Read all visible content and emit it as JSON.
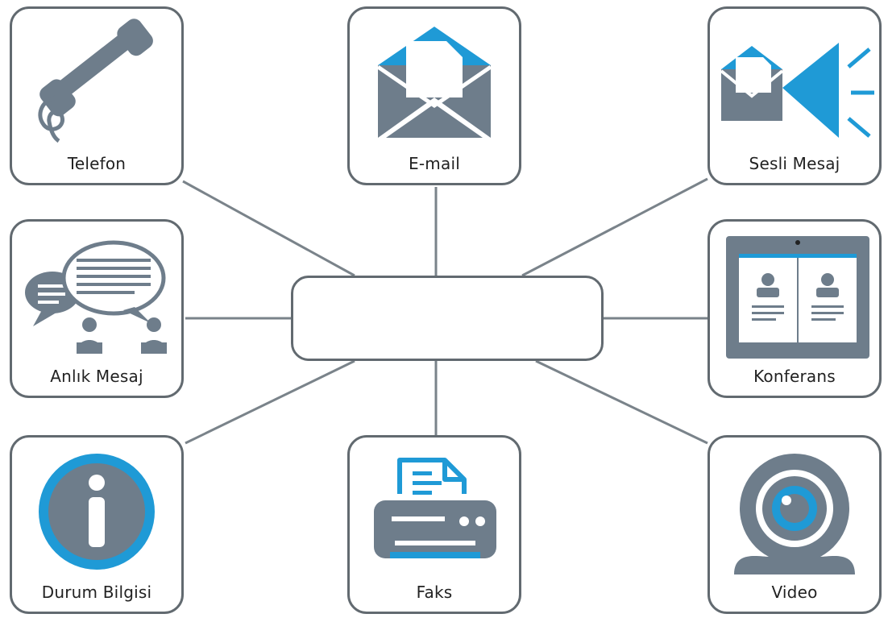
{
  "hub": {
    "label": ""
  },
  "tiles": [
    {
      "label": "Telefon",
      "icon": "phone-icon"
    },
    {
      "label": "E-mail",
      "icon": "envelope-icon"
    },
    {
      "label": "Sesli Mesaj",
      "icon": "voicemail-icon"
    },
    {
      "label": "Anlık Mesaj",
      "icon": "chat-bubbles-icon"
    },
    {
      "label": "Konferans",
      "icon": "conference-screen-icon"
    },
    {
      "label": "Durum Bilgisi",
      "icon": "info-icon"
    },
    {
      "label": "Faks",
      "icon": "fax-icon"
    },
    {
      "label": "Video",
      "icon": "webcam-icon"
    }
  ],
  "colors": {
    "icon_gray": "#6e7d8b",
    "icon_blue": "#1f9ad6",
    "border": "#626a70",
    "connector": "#7a838a"
  }
}
